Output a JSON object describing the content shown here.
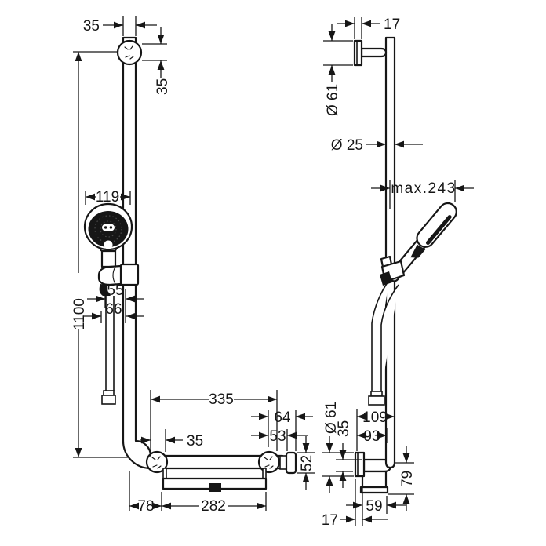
{
  "drawing": {
    "kind": "shower-set-technical-drawing",
    "colors": {
      "line": "#161616",
      "background": "#ffffff"
    }
  },
  "front_view": {
    "dims": {
      "rail_width": "35",
      "bracket_height": "35",
      "total_height": "1100",
      "head_diameter": "119",
      "holder_offset": "55",
      "hose_offset": "66",
      "bar_length": "335",
      "end_offset": "64",
      "end_inset": "53",
      "corner_offset": "35",
      "flange_size": "52",
      "corner_section": "78",
      "towel_bar_length": "282"
    }
  },
  "side_view": {
    "dims": {
      "bracket_depth": "17",
      "bracket_plate": "Ø 61",
      "rail_diameter": "Ø 25",
      "reach": "max.243",
      "outlet_plate": "Ø 61",
      "tube_size": "35",
      "depth_total": "109",
      "depth_inner": "93",
      "outlet_height": "79",
      "outlet_depth": "59",
      "plate_depth": "17"
    }
  }
}
